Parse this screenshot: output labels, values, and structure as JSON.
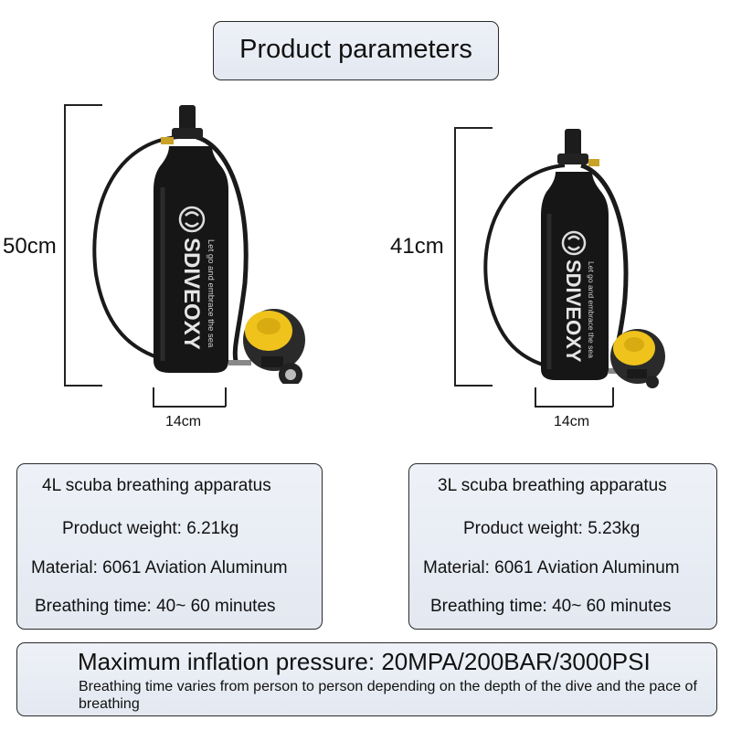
{
  "header": {
    "title": "Product parameters"
  },
  "products": [
    {
      "height": "50cm",
      "width": "14cm",
      "name": "4L scuba breathing apparatus",
      "weight": "Product weight: 6.21kg",
      "material": "Material: 6061 Aviation Aluminum",
      "breathing_time": "Breathing time: 40~ 60 minutes"
    },
    {
      "height": "41cm",
      "width": "14cm",
      "name": "3L scuba breathing apparatus",
      "weight": "Product weight: 5.23kg",
      "material": "Material: 6061 Aviation Aluminum",
      "breathing_time": "Breathing time: 40~ 60 minutes"
    }
  ],
  "tank_branding": {
    "brand": "SDIVEOXY",
    "slogan": "Let go and embrace the sea"
  },
  "footer": {
    "headline": "Maximum inflation pressure: 20MPA/200BAR/3000PSI",
    "note": "Breathing time varies from person to person depending on the depth of the dive and the pace of breathing"
  },
  "colors": {
    "panel_bg": "#e6eaf2",
    "panel_border": "#2a2a2a",
    "tank": "#151515",
    "regulator": "#f0c419"
  }
}
